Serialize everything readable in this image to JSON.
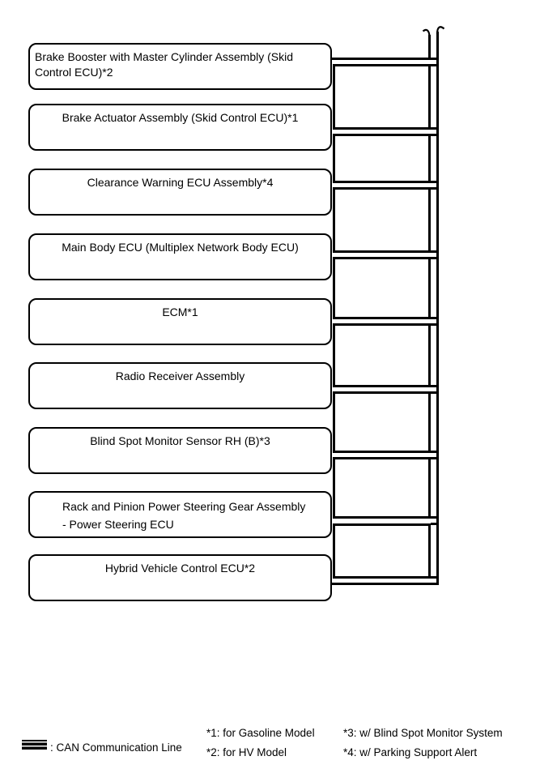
{
  "diagram": {
    "title_hint": "CAN communication system diagram",
    "colors": {
      "line": "#000000",
      "background": "#ffffff"
    },
    "modules": [
      {
        "label": "Brake Booster with Master Cylinder Assembly (Skid Control ECU)*2"
      },
      {
        "label": "Brake Actuator Assembly (Skid Control ECU)*1"
      },
      {
        "label": "Clearance Warning ECU Assembly*4"
      },
      {
        "label": "Main Body ECU (Multiplex Network Body ECU)"
      },
      {
        "label": "ECM*1"
      },
      {
        "label": "Radio Receiver Assembly"
      },
      {
        "label": "Blind Spot Monitor Sensor RH (B)*3"
      },
      {
        "label": "Rack and Pinion Power Steering Gear Assembly",
        "label2": "- Power Steering ECU"
      },
      {
        "label": "Hybrid Vehicle Control ECU*2"
      }
    ],
    "legend": {
      "label": ": CAN Communication Line"
    },
    "footnotes": {
      "col1": [
        {
          "label": "*1: for Gasoline Model"
        },
        {
          "label": "*2: for HV Model"
        }
      ],
      "col2": [
        {
          "label": "*3: w/ Blind Spot Monitor System"
        },
        {
          "label": "*4: w/ Parking Support Alert"
        }
      ]
    }
  }
}
